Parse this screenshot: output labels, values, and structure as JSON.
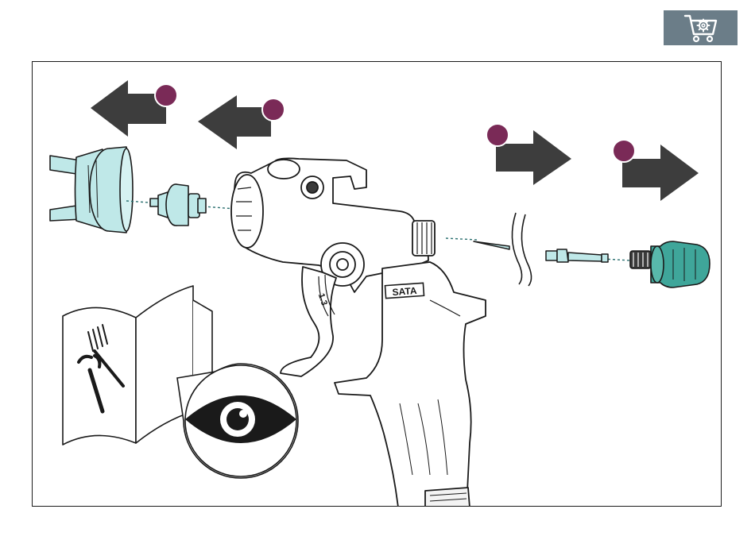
{
  "header": {
    "cart_button": {
      "icon": "shopping-cart-gear-icon",
      "color": "#6b7d88"
    }
  },
  "illustration": {
    "brand_label": "SATA",
    "model_label": "1.3",
    "steps": [
      {
        "name": "step-marker-1",
        "direction": "left"
      },
      {
        "name": "step-marker-2",
        "direction": "left"
      },
      {
        "name": "step-marker-3",
        "direction": "right"
      },
      {
        "name": "step-marker-4",
        "direction": "right"
      }
    ],
    "parts": [
      "air-cap",
      "nozzle",
      "gun-body",
      "paint-needle",
      "needle-adjustment-knob"
    ],
    "icons": [
      "manual-icon",
      "brush-icon",
      "wrench-icon",
      "eye-icon"
    ],
    "colors": {
      "arrow": "#3d3d3d",
      "step_marker": "#7a2a57",
      "part_fill": "#bfe8e8",
      "knob_fill": "#3fa69a",
      "outline": "#1a1a1a"
    }
  }
}
